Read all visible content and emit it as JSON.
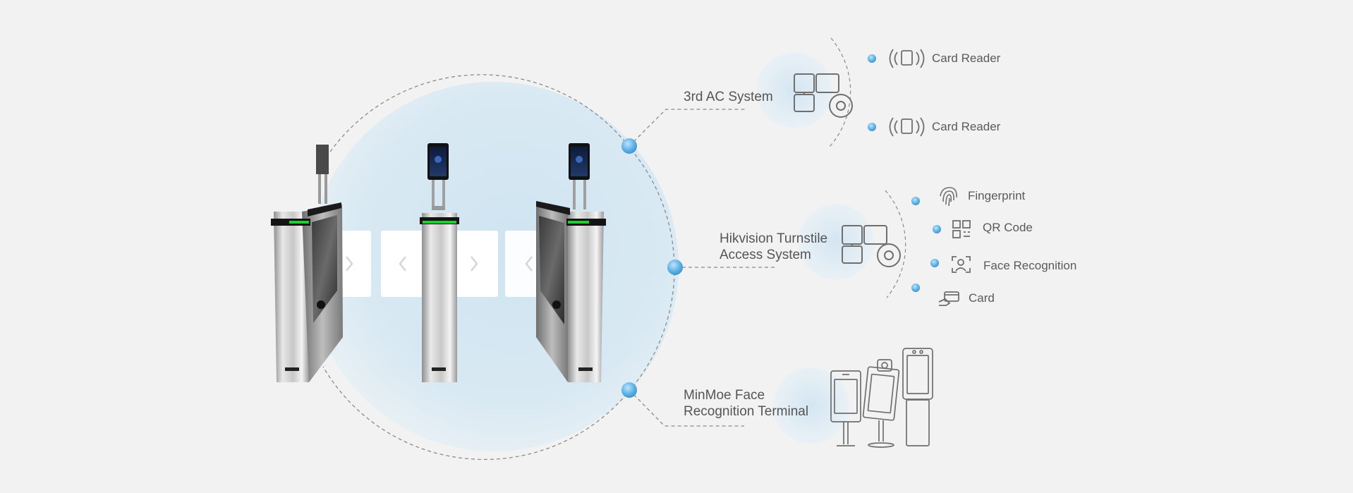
{
  "systems": {
    "third_party": {
      "title": "3rd  AC System"
    },
    "hikvision": {
      "title_line1": "Hikvision Turnstile",
      "title_line2": "Access System"
    },
    "minmoe": {
      "title_line1": "MinMoe Face",
      "title_line2": "Recognition Terminal"
    }
  },
  "third_party_devices": [
    {
      "label": "Card Reader",
      "icon": "card-reader-icon"
    },
    {
      "label": "Card Reader",
      "icon": "card-reader-icon"
    }
  ],
  "hikvision_methods": [
    {
      "label": "Fingerprint",
      "icon": "fingerprint-icon"
    },
    {
      "label": "QR Code",
      "icon": "qr-code-icon"
    },
    {
      "label": "Face Recognition",
      "icon": "face-recognition-icon"
    },
    {
      "label": "Card",
      "icon": "card-icon"
    }
  ],
  "colors": {
    "background": "#f2f2f2",
    "accent_blue": "#4aa3dc",
    "dashed_line": "#888888",
    "icon_stroke": "#6f6f6f",
    "status_green": "#19d22c"
  }
}
